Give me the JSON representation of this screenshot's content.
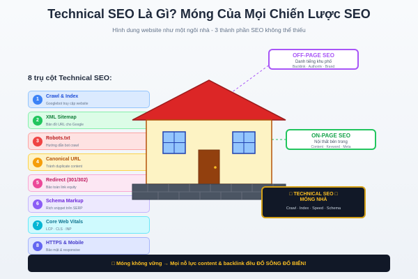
{
  "header": {
    "title": "Technical SEO Là Gì? Móng Của Mọi Chiến Lược SEO",
    "subtitle": "Hình dung website như một ngôi nhà - 3 thành phần SEO không thể thiếu"
  },
  "pillars": {
    "heading": "8 trụ cột Technical SEO:",
    "items": [
      {
        "num": "1",
        "label": "Crawl & Index",
        "desc": "Googlebot truy cập website",
        "color": "#3b82f6",
        "bg": "#dbeafe",
        "border": "#93c5fd",
        "text": "#1d4ed8"
      },
      {
        "num": "2",
        "label": "XML Sitemap",
        "desc": "Bản đồ URL cho Google",
        "color": "#22c55e",
        "bg": "#dcfce7",
        "border": "#86efac",
        "text": "#15803d"
      },
      {
        "num": "3",
        "label": "Robots.txt",
        "desc": "Hướng dẫn bot crawl",
        "color": "#ef4444",
        "bg": "#fee2e2",
        "border": "#fca5a5",
        "text": "#b91c1c"
      },
      {
        "num": "4",
        "label": "Canonical URL",
        "desc": "Tránh duplicate content",
        "color": "#f59e0b",
        "bg": "#fef3c7",
        "border": "#fcd34d",
        "text": "#b45309"
      },
      {
        "num": "5",
        "label": "Redirect (301/302)",
        "desc": "Bảo toàn link equity",
        "color": "#ec4899",
        "bg": "#fce7f3",
        "border": "#f9a8d4",
        "text": "#be185d"
      },
      {
        "num": "6",
        "label": "Schema Markup",
        "desc": "Rich snippet trên SERP",
        "color": "#8b5cf6",
        "bg": "#ede9fe",
        "border": "#c4b5fd",
        "text": "#6d28d9"
      },
      {
        "num": "7",
        "label": "Core Web Vitals",
        "desc": "LCP · CLS · INP",
        "color": "#06b6d4",
        "bg": "#cffafe",
        "border": "#67e8f9",
        "text": "#0e7490"
      },
      {
        "num": "8",
        "label": "HTTPS & Mobile",
        "desc": "Bảo mật & responsive",
        "color": "#6366f1",
        "bg": "#e0e7ff",
        "border": "#a5b4fc",
        "text": "#4338ca"
      }
    ]
  },
  "off_page": {
    "title": "OFF-PAGE SEO",
    "desc": "Danh tiếng khu phố",
    "tags": "Backlink · Authority · Brand",
    "color": "#a855f7"
  },
  "on_page": {
    "title": "ON-PAGE SEO",
    "desc": "Nội thất bên trong",
    "tags": "Content · Keyword · Meta",
    "color": "#22c55e"
  },
  "technical": {
    "title": "□ TECHNICAL SEO □",
    "subtitle": "MÓNG NHÀ",
    "tags": "Crawl · Index · Speed · Schema",
    "color": "#d4a017"
  },
  "footer": {
    "text": "□ Móng không vững → Mọi nỗ lực content & backlink đều ĐỔ SÔNG ĐỔ BIỂN!"
  },
  "house_colors": {
    "roof": "#dc2626",
    "wall": "#fdf3c4",
    "door": "#92400e",
    "window": "#93c5fd",
    "foundation": "#4b5563"
  }
}
